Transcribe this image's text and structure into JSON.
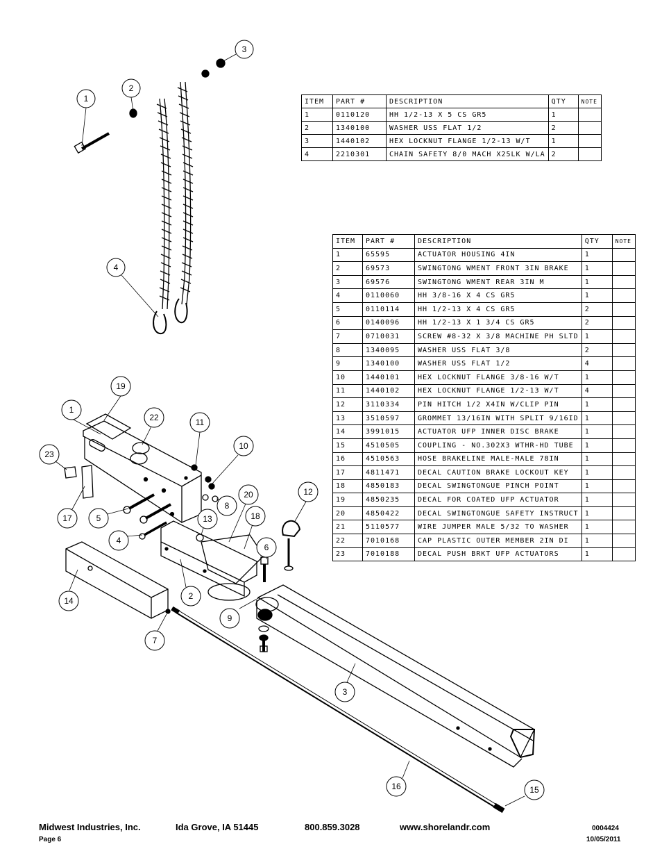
{
  "table1": {
    "headers": [
      "ITEM",
      "PART #",
      "DESCRIPTION",
      "QTY",
      "NOTE"
    ],
    "rows": [
      [
        "1",
        "0110120",
        "HH 1/2-13 X 5 CS GR5",
        "1",
        ""
      ],
      [
        "2",
        "1340100",
        "WASHER USS FLAT 1/2",
        "2",
        ""
      ],
      [
        "3",
        "1440102",
        "HEX LOCKNUT FLANGE 1/2-13 W/T",
        "1",
        ""
      ],
      [
        "4",
        "2210301",
        "CHAIN SAFETY 8/0 MACH X25LK W/LA",
        "2",
        ""
      ]
    ]
  },
  "table2": {
    "headers": [
      "ITEM",
      "PART #",
      "DESCRIPTION",
      "QTY",
      "NOTE"
    ],
    "rows": [
      [
        "1",
        "65595",
        "ACTUATOR HOUSING 4IN",
        "1",
        ""
      ],
      [
        "2",
        "69573",
        "SWINGTONG WMENT FRONT 3IN BRAKE",
        "1",
        ""
      ],
      [
        "3",
        "69576",
        "SWINGTONG WMENT REAR 3IN M",
        "1",
        ""
      ],
      [
        "4",
        "0110060",
        "HH 3/8-16 X 4 CS GR5",
        "1",
        ""
      ],
      [
        "5",
        "0110114",
        "HH 1/2-13 X 4 CS GR5",
        "2",
        ""
      ],
      [
        "6",
        "0140096",
        "HH 1/2-13 X 1 3/4 CS GR5",
        "2",
        ""
      ],
      [
        "7",
        "0710031",
        "SCREW #8-32 X 3/8 MACHINE PH SLTD",
        "1",
        ""
      ],
      [
        "8",
        "1340095",
        "WASHER USS FLAT 3/8",
        "2",
        ""
      ],
      [
        "9",
        "1340100",
        "WASHER USS FLAT 1/2",
        "4",
        ""
      ],
      [
        "10",
        "1440101",
        "HEX LOCKNUT FLANGE 3/8-16 W/T",
        "1",
        ""
      ],
      [
        "11",
        "1440102",
        "HEX LOCKNUT FLANGE 1/2-13 W/T",
        "4",
        ""
      ],
      [
        "12",
        "3110334",
        "PIN HITCH 1/2 X4IN W/CLIP PIN",
        "1",
        ""
      ],
      [
        "13",
        "3510597",
        "GROMMET 13/16IN  WITH SPLIT 9/16ID",
        "1",
        ""
      ],
      [
        "14",
        "3991015",
        "ACTUATOR UFP INNER  DISC BRAKE",
        "1",
        ""
      ],
      [
        "15",
        "4510505",
        "COUPLING - NO.302X3 WTHR-HD TUBE",
        "1",
        ""
      ],
      [
        "16",
        "4510563",
        "HOSE BRAKELINE MALE-MALE 78IN",
        "1",
        ""
      ],
      [
        "17",
        "4811471",
        "DECAL CAUTION BRAKE LOCKOUT KEY",
        "1",
        ""
      ],
      [
        "18",
        "4850183",
        "DECAL SWINGTONGUE PINCH POINT",
        "1",
        ""
      ],
      [
        "19",
        "4850235",
        "DECAL FOR COATED UFP ACTUATOR",
        "1",
        ""
      ],
      [
        "20",
        "4850422",
        "DECAL SWINGTONGUE SAFETY INSTRUCT",
        "1",
        ""
      ],
      [
        "21",
        "5110577",
        "WIRE JUMPER MALE 5/32 TO WASHER",
        "1",
        ""
      ],
      [
        "22",
        "7010168",
        "CAP  PLASTIC OUTER MEMBER 2IN DI",
        "1",
        ""
      ],
      [
        "23",
        "7010188",
        "DECAL PUSH BRKT UFP ACTUATORS",
        "1",
        ""
      ]
    ]
  },
  "callouts_top": [
    "1",
    "2",
    "3",
    "4"
  ],
  "callouts_bottom": [
    "19",
    "1",
    "22",
    "11",
    "10",
    "23",
    "17",
    "5",
    "4",
    "8",
    "20",
    "13",
    "18",
    "12",
    "6",
    "2",
    "14",
    "9",
    "7",
    "3",
    "16",
    "15"
  ],
  "footer": {
    "company": "Midwest Industries, Inc.",
    "address": "Ida Grove, IA  51445",
    "phone": "800.859.3028",
    "website": "www.shorelandr.com",
    "doc_number": "0004424",
    "page": "Page 6",
    "date": "10/05/2011"
  }
}
